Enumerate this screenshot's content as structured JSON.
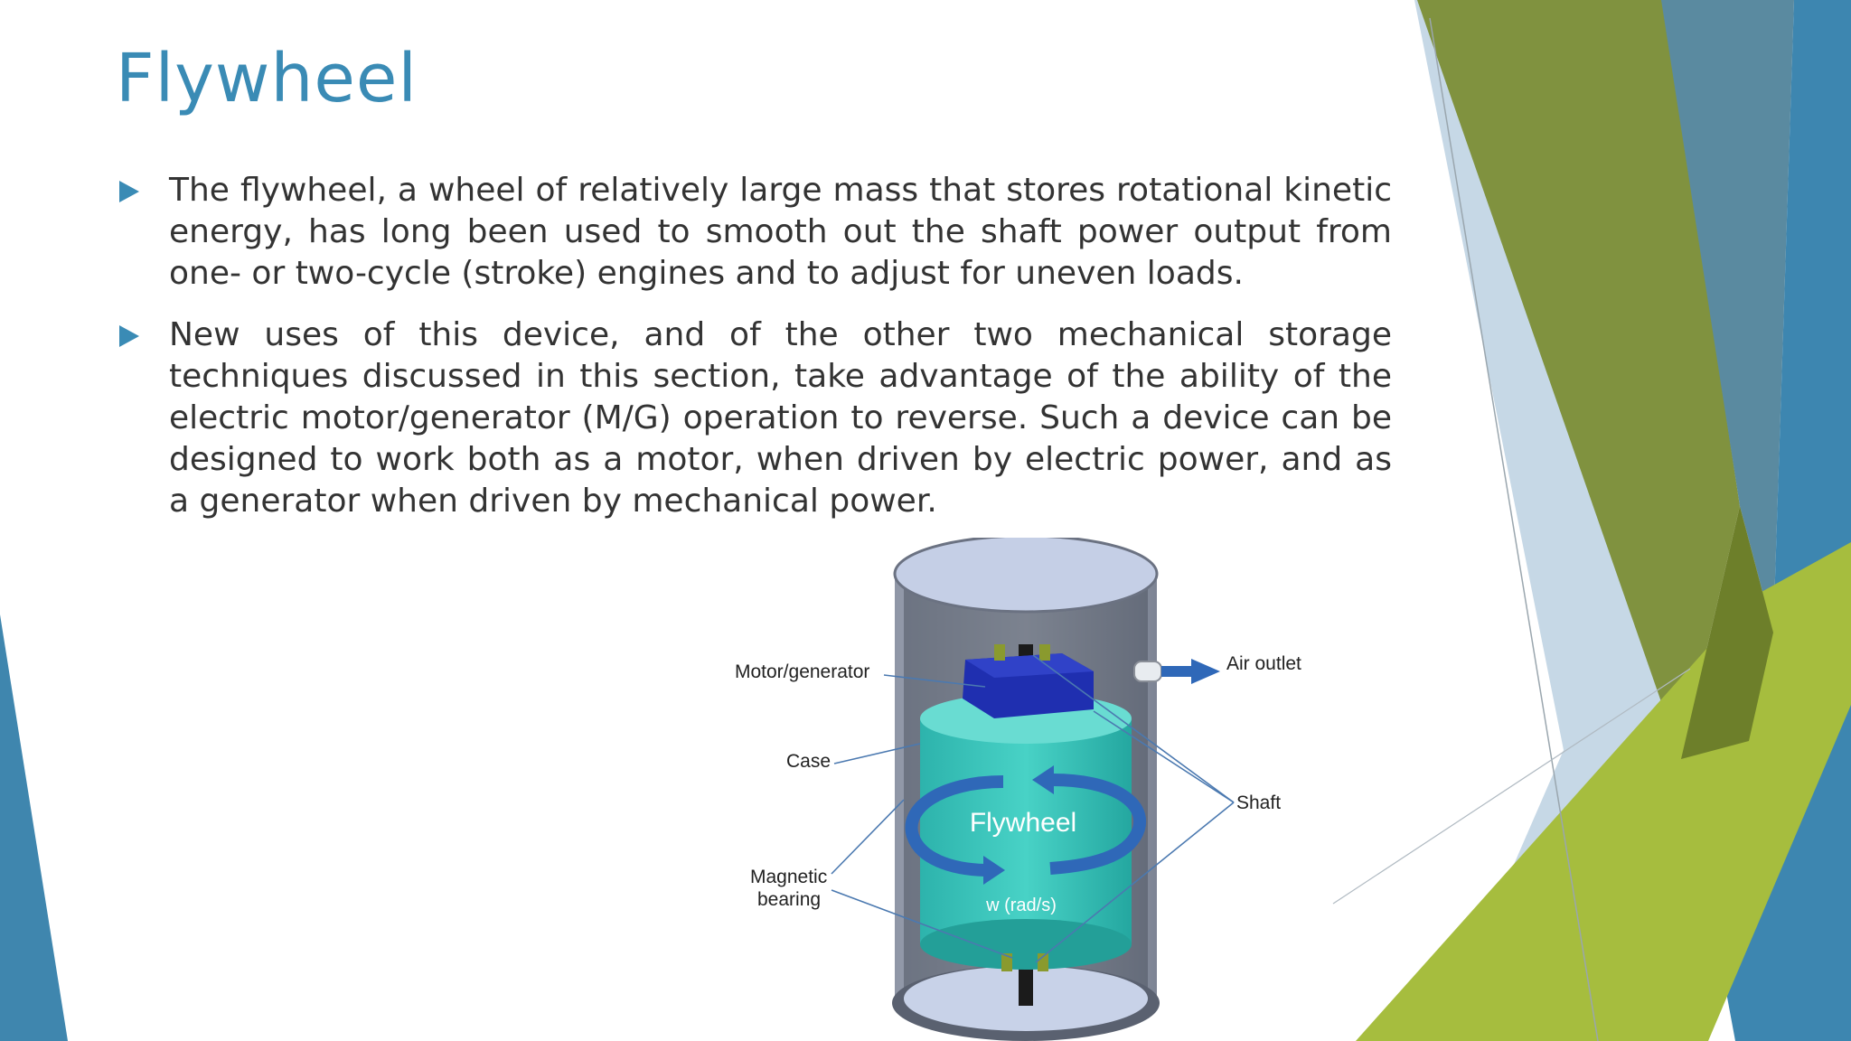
{
  "slide": {
    "title": "Flywheel",
    "bullets": [
      "The flywheel, a wheel of relatively large mass that stores rotational kinetic energy, has long been used to smooth out the shaft power output from one- or two-cycle (stroke) engines and to adjust for uneven loads.",
      "New uses of this device, and of the other two mechanical storage techniques discussed in this section, take advantage of the ability of the electric motor/generator (M/G) operation to reverse. Such a device can be designed to work both as a motor, when driven by electric power, and as a generator when driven by mechanical power."
    ]
  },
  "diagram": {
    "labels": {
      "motor_generator": "Motor/generator",
      "case": "Case",
      "magnetic_bearing_line1": "Magnetic",
      "magnetic_bearing_line2": "bearing",
      "air_outlet": "Air outlet",
      "shaft": "Shaft",
      "flywheel": "Flywheel",
      "speed": "w (rad/s)"
    }
  },
  "colors": {
    "title_accent": "#3a8bb5",
    "green_accent": "#8da838",
    "blue_accent": "#3d86b0",
    "flywheel_teal": "#3fc6bd",
    "motor_blue": "#1f2fb0"
  }
}
